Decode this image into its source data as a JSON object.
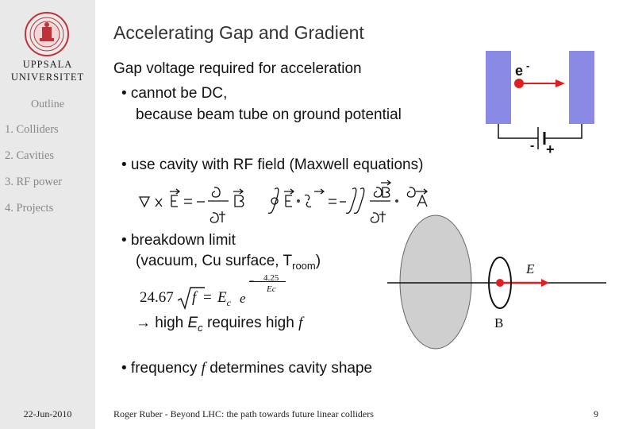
{
  "slide": {
    "title": "Accelerating Gap and Gradient",
    "gap_heading": "Gap voltage required for acceleration",
    "bullet1_line1": "• cannot be DC,",
    "bullet1_line2": "because beam tube on ground potential",
    "bullet2": "• use cavity with RF field (Maxwell equations)",
    "bullet3_line1": "• breakdown limit",
    "bullet3_line2_prefix": "(vacuum, Cu surface, T",
    "bullet3_line2_sub": "room",
    "bullet3_line2_suffix": ")",
    "arrow_prefix": "→ high ",
    "arrow_E": "E",
    "arrow_sub": "c",
    "arrow_mid": " requires high ",
    "arrow_f": "f",
    "bullet4_prefix": "• frequency ",
    "bullet4_f": "f",
    "bullet4_suffix": " determines cavity shape"
  },
  "diagram": {
    "electron_label": "e",
    "electron_sup": "-",
    "minus": "-",
    "plus": "+",
    "field_E": "E",
    "field_B": "B"
  },
  "formulas": {
    "const": "24.67",
    "f": "f",
    "Ec": "E",
    "Ec_sub": "c",
    "e": "e",
    "exp_num": "4.25",
    "exp_den": "Ec"
  },
  "sidebar": {
    "university_line1": "UPPSALA",
    "university_line2": "UNIVERSITET",
    "outline_title": "Outline",
    "items": [
      "1. Colliders",
      "2. Cavities",
      "3. RF power",
      "4. Projects"
    ]
  },
  "footer": {
    "date": "22-Jun-2010",
    "text": "Roger Ruber - Beyond LHC: the path towards future linear colliders",
    "page": "9"
  },
  "colors": {
    "plate": "#8a8ae6",
    "electron": "#e02020",
    "ellipse": "#cfcfcf",
    "sidebar_bg": "#e9e9e9"
  }
}
